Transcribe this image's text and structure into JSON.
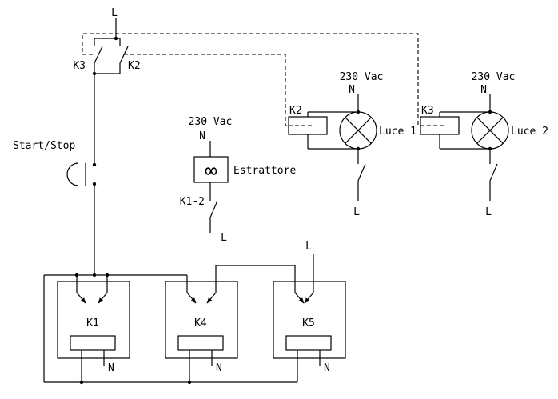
{
  "colors": {
    "background": "#ffffff",
    "line": "#000000"
  },
  "labels": {
    "l_top": "L",
    "k3_contact": "K3",
    "k2_contact": "K2",
    "start_stop": "Start/Stop",
    "estr_voltage": "230 Vac",
    "estr_neutral": "N",
    "estrattore": "Estrattore",
    "k12_contact": "K1-2",
    "estr_line": "L",
    "luce1_voltage": "230 Vac",
    "luce1_neutral": "N",
    "k2_coil": "K2",
    "luce1": "Luce 1",
    "luce1_line": "L",
    "luce2_voltage": "230 Vac",
    "luce2_neutral": "N",
    "k3_coil": "K3",
    "luce2": "Luce 2",
    "luce2_line": "L",
    "k5_line": "L",
    "k1_relay": "K1",
    "k4_relay": "K4",
    "k5_relay": "K5",
    "k1_neutral": "N",
    "k4_neutral": "N",
    "k5_neutral": "N",
    "fan_symbol": "∞"
  }
}
